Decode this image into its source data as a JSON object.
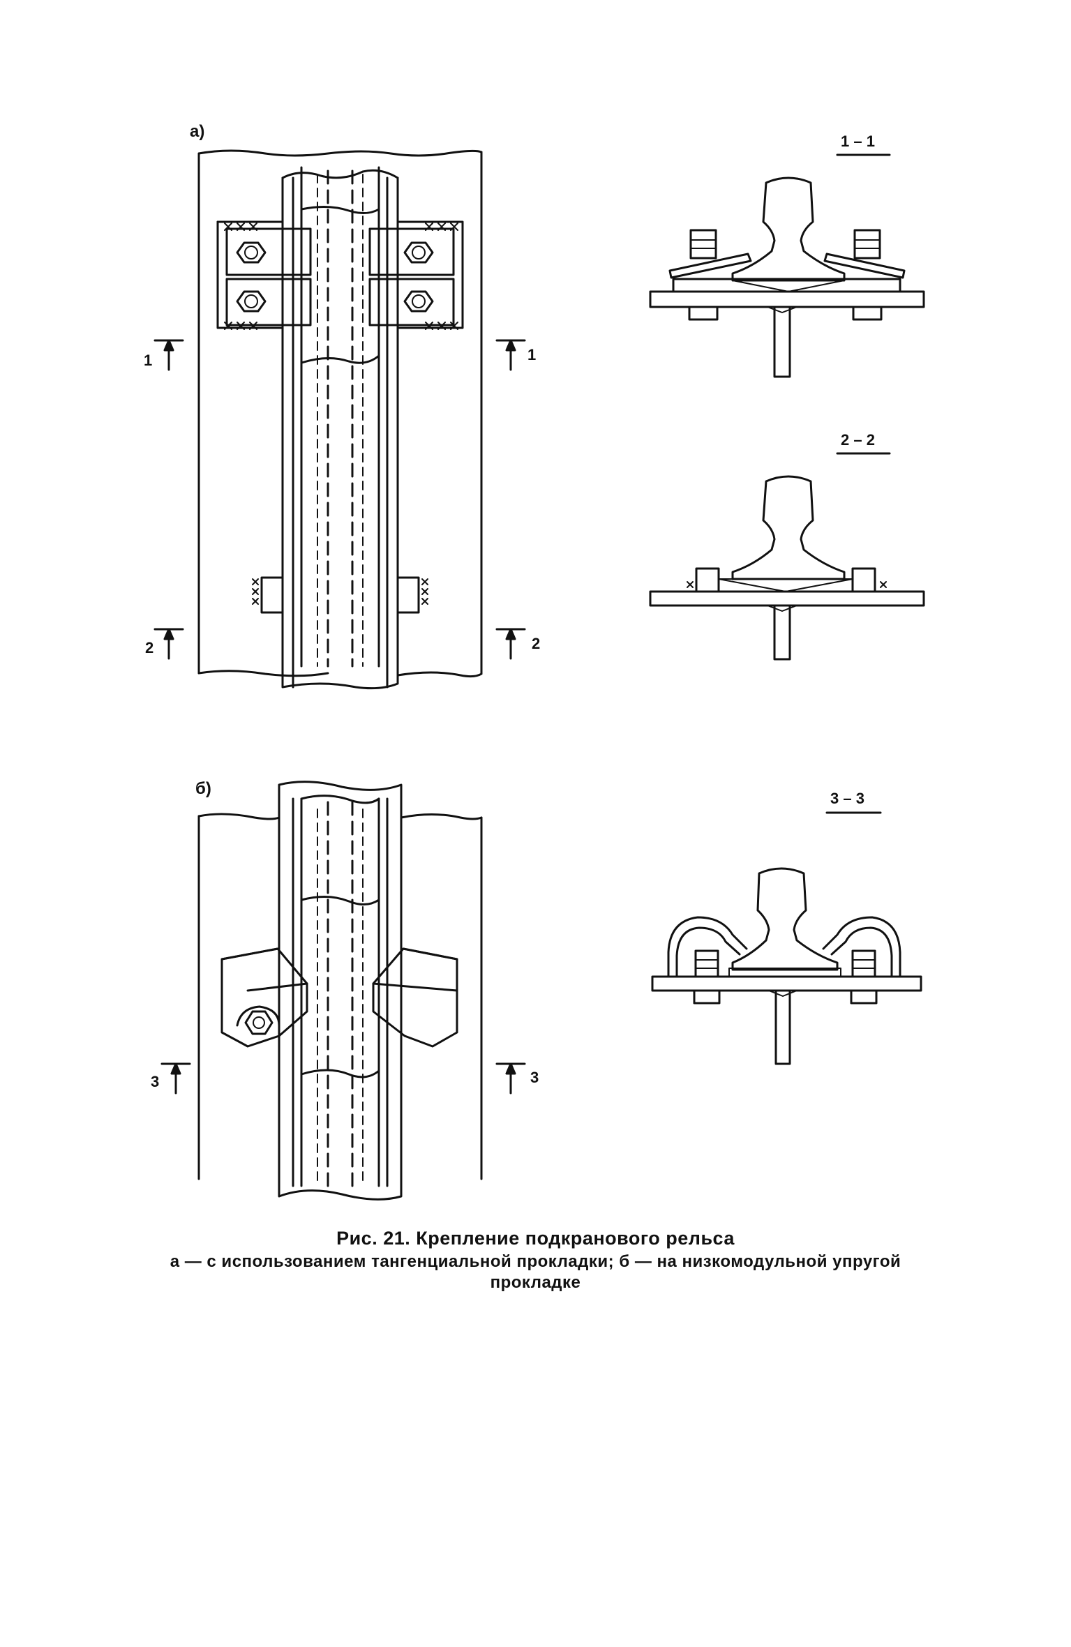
{
  "views": {
    "a": {
      "label": "а)",
      "sections": [
        {
          "mark": "1",
          "title": "1 – 1"
        },
        {
          "mark": "2",
          "title": "2 – 2"
        }
      ]
    },
    "b": {
      "label": "б)",
      "sections": [
        {
          "mark": "3",
          "title": "3 – 3"
        }
      ]
    }
  },
  "caption": {
    "title": "Рис. 21. Крепление подкранового рельса",
    "line1": "а — с использованием тангенциальной прокладки; б — на низкомодульной упругой",
    "line2": "прокладке"
  }
}
